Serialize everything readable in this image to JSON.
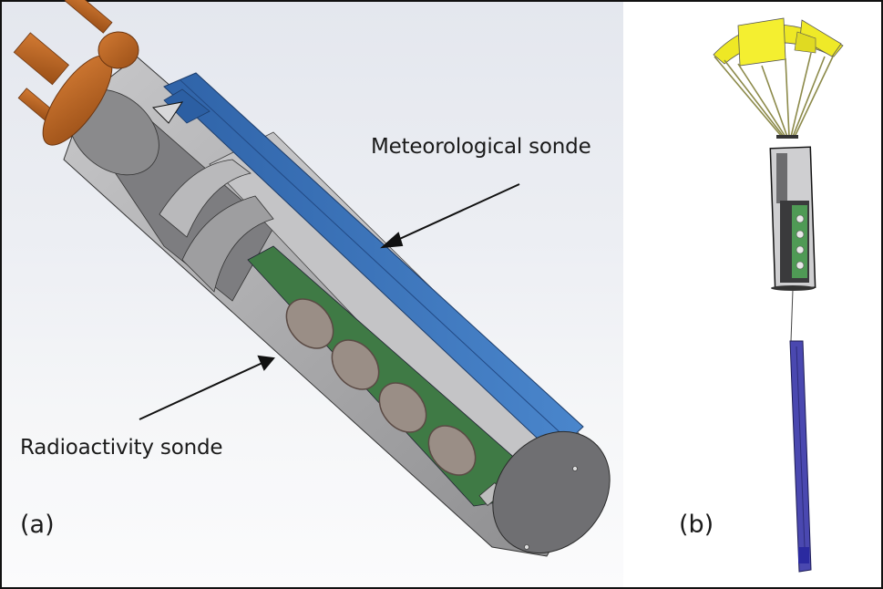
{
  "figure": {
    "panel_a": {
      "tag": "(a)",
      "callouts": [
        {
          "id": "meteorological",
          "text": "Meteorological sonde"
        },
        {
          "id": "radioactivity",
          "text": "Radioactivity sonde"
        }
      ]
    },
    "panel_b": {
      "tag": "(b)"
    }
  },
  "colors": {
    "copper_cap": "#b8621f",
    "housing_gray": "#9a9a9c",
    "met_sonde_blue": "#3b73b8",
    "pcb_green": "#3f7a45",
    "parachute_yellow": "#f2ee2a",
    "probe_blue": "#4a48b0",
    "arrow": "#111111"
  }
}
